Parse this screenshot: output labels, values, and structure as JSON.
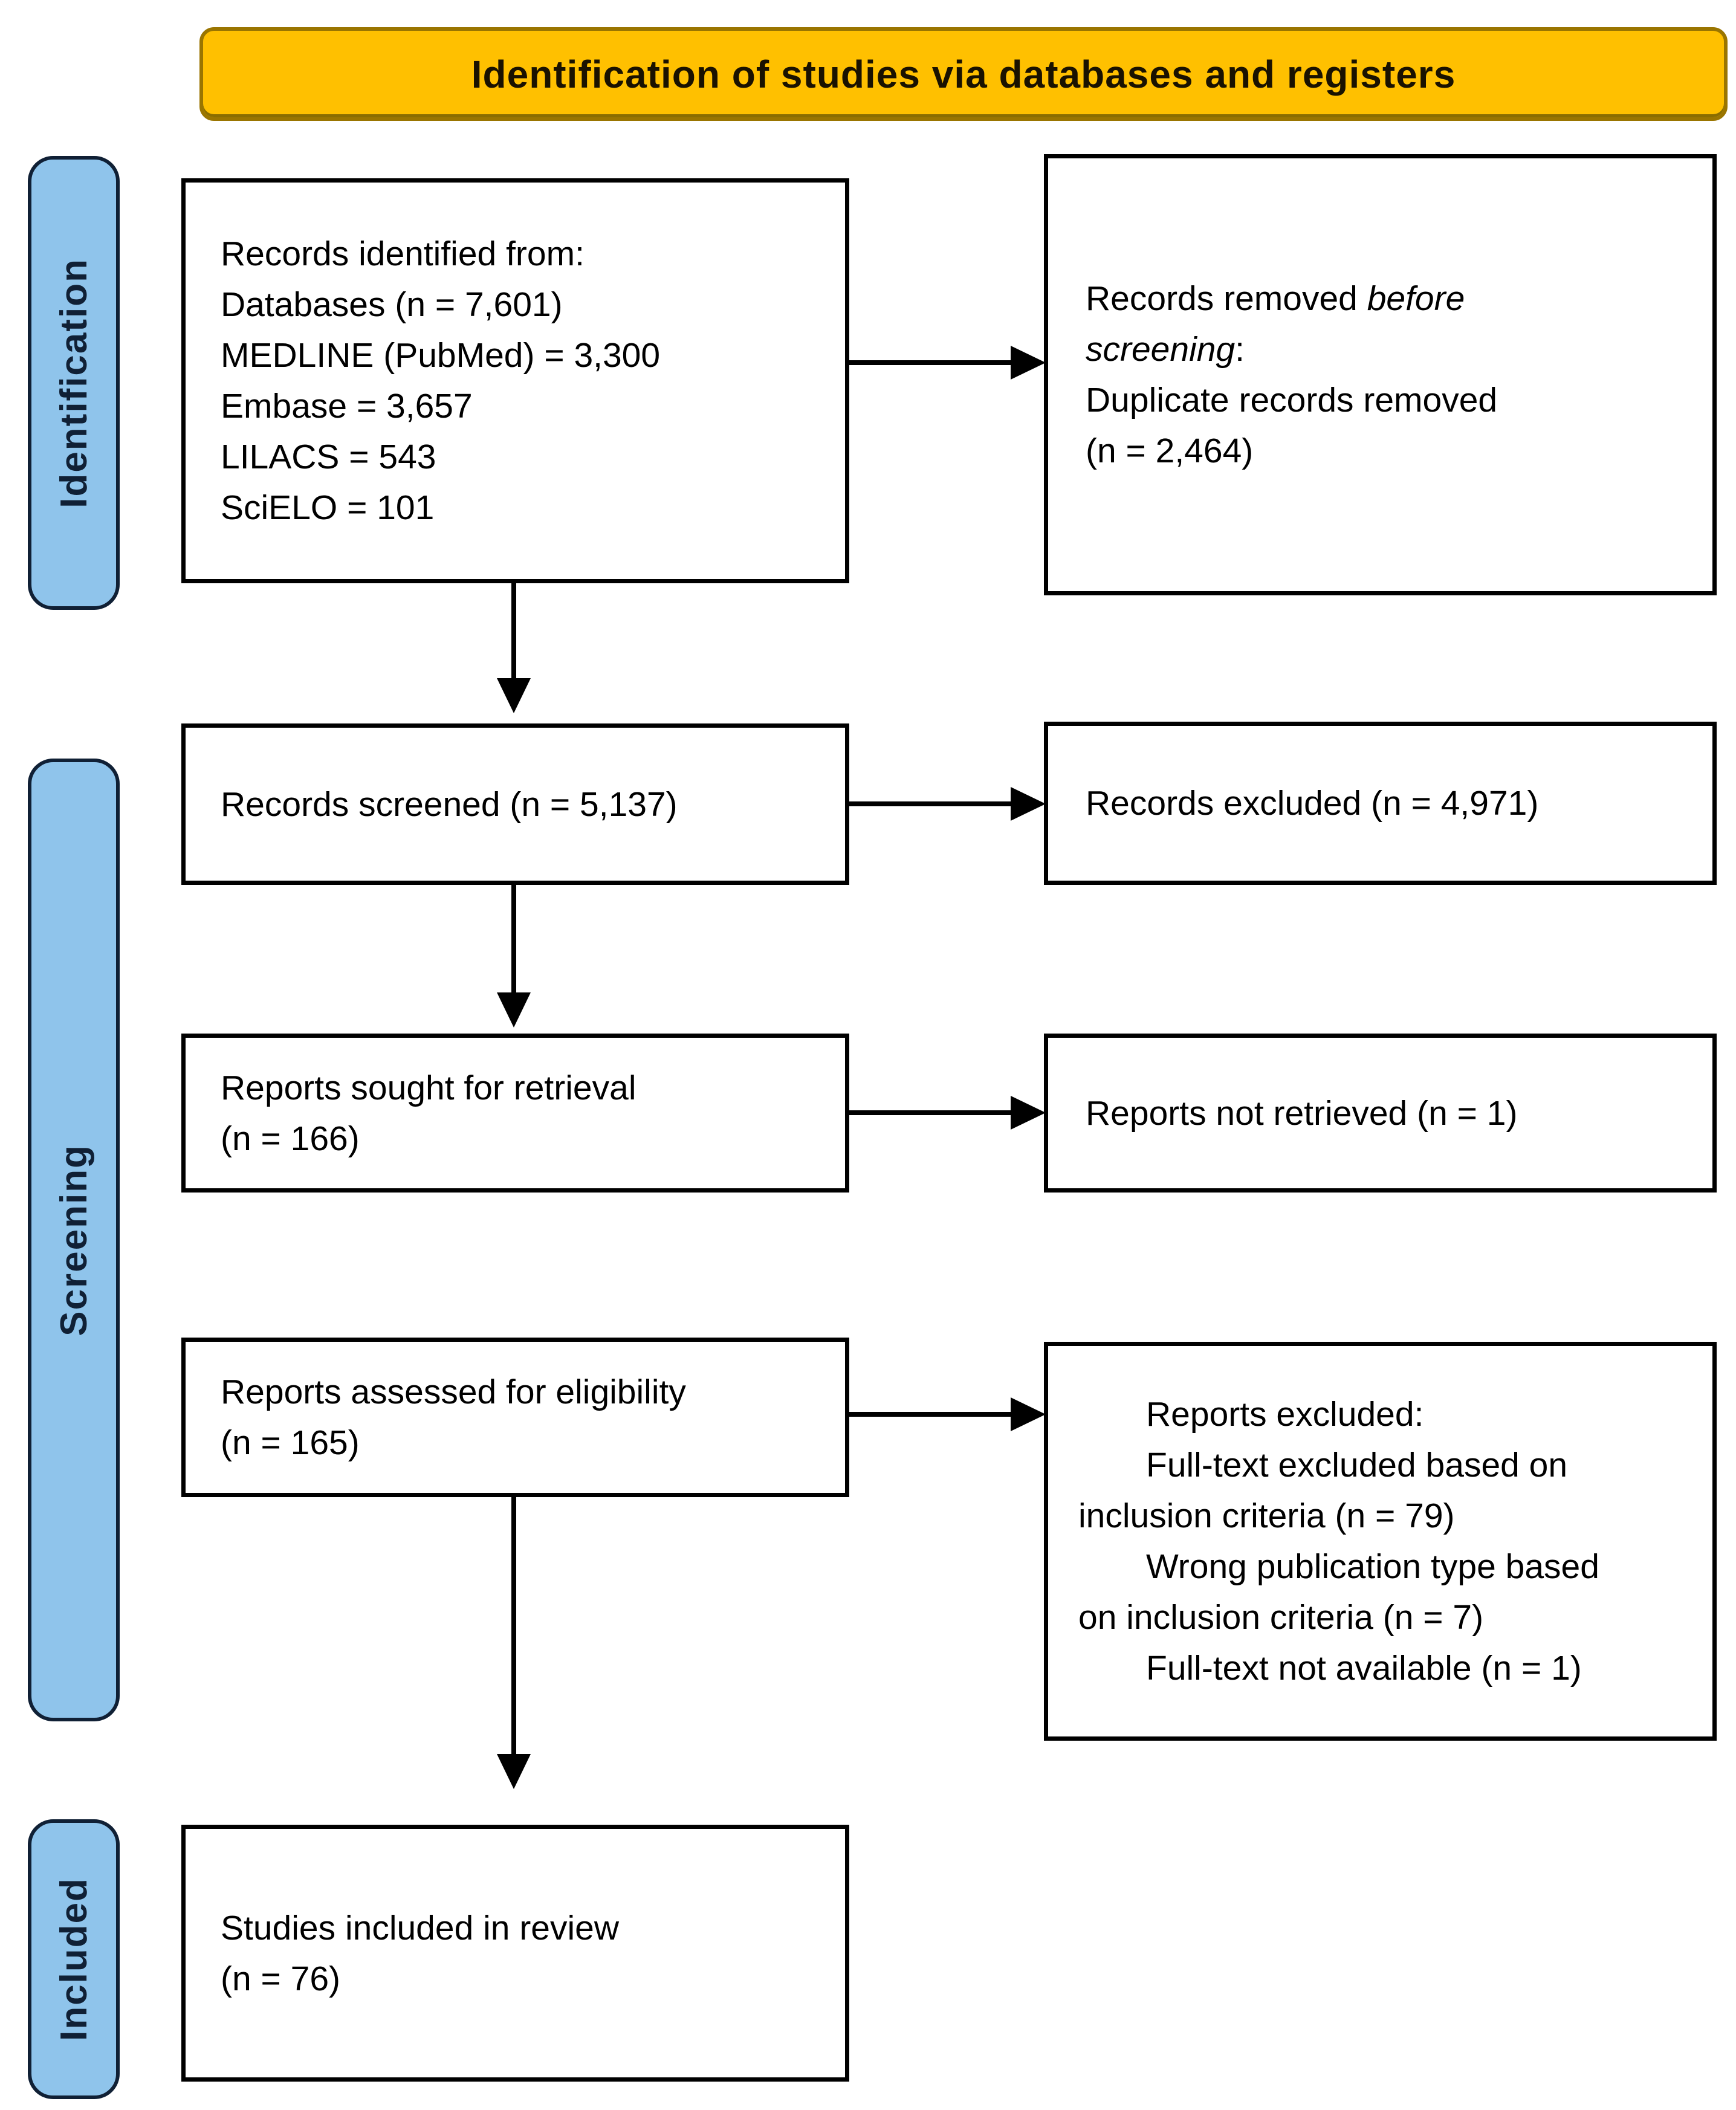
{
  "banner": {
    "title": "Identification of studies via databases and registers"
  },
  "sidebar": {
    "identification": "Identification",
    "screening": "Screening",
    "included": "Included"
  },
  "boxes": {
    "identified": {
      "lines": [
        "Records identified from:",
        "Databases (n = 7,601)",
        "MEDLINE (PubMed) = 3,300",
        "Embase = 3,657",
        "LILACS = 543",
        "SciELO = 101"
      ]
    },
    "removed": {
      "line1_text": "Records removed ",
      "line1_italic": "before",
      "line2_italic": "screening",
      "line2_text": ":",
      "line3": "Duplicate records removed",
      "line4": "(n = 2,464)"
    },
    "screened": {
      "text": "Records screened (n = 5,137)"
    },
    "excluded": {
      "text": "Records excluded (n = 4,971)"
    },
    "sought": {
      "line1": "Reports sought for retrieval",
      "line2": "(n = 166)"
    },
    "not_retrieved": {
      "text": "Reports not retrieved (n = 1)"
    },
    "assessed": {
      "line1": "Reports assessed for eligibility",
      "line2": "(n = 165)"
    },
    "reports_excluded": {
      "lines": [
        "Reports excluded:",
        "Full-text excluded based on",
        "inclusion criteria (n = 79)",
        "Wrong publication type based",
        "on inclusion criteria (n = 7)",
        "Full-text not available (n = 1)"
      ]
    },
    "included_review": {
      "line1": "Studies included in review",
      "line2": "(n = 76)"
    }
  },
  "colors": {
    "banner_fill": "#FFC000",
    "banner_border": "#9A7500",
    "bar_fill": "#8FC4EB",
    "bar_border": "#102035",
    "bar_text": "#102035",
    "box_border": "#000000",
    "arrow": "#000000"
  }
}
